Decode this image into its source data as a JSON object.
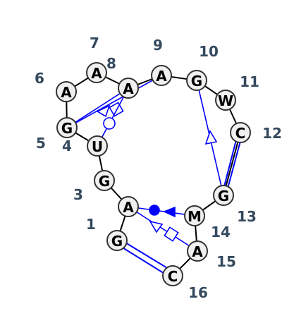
{
  "nucleotides": [
    {
      "base": "G",
      "label": "1"
    },
    {
      "base": "G",
      "label": "3"
    },
    {
      "base": "U",
      "label": "4"
    },
    {
      "base": "G",
      "label": "5"
    },
    {
      "base": "A",
      "label": "6"
    },
    {
      "base": "A",
      "label": "7"
    },
    {
      "base": "A",
      "label": "8"
    },
    {
      "base": "A",
      "label": "9"
    },
    {
      "base": "G",
      "label": "10"
    },
    {
      "base": "W",
      "label": "11"
    },
    {
      "base": "C",
      "label": "12"
    },
    {
      "base": "G",
      "label": "13"
    },
    {
      "base": "M",
      "label": "14"
    },
    {
      "base": "A",
      "label": "15"
    },
    {
      "base": "C",
      "label": "16"
    },
    {
      "base": "A",
      "label": ""
    }
  ],
  "colors": {
    "backbone": "#000000",
    "interaction": "#0000ff",
    "node_fill": "#f0f0f0",
    "node_stroke": "#333333",
    "number": "#34495e"
  }
}
